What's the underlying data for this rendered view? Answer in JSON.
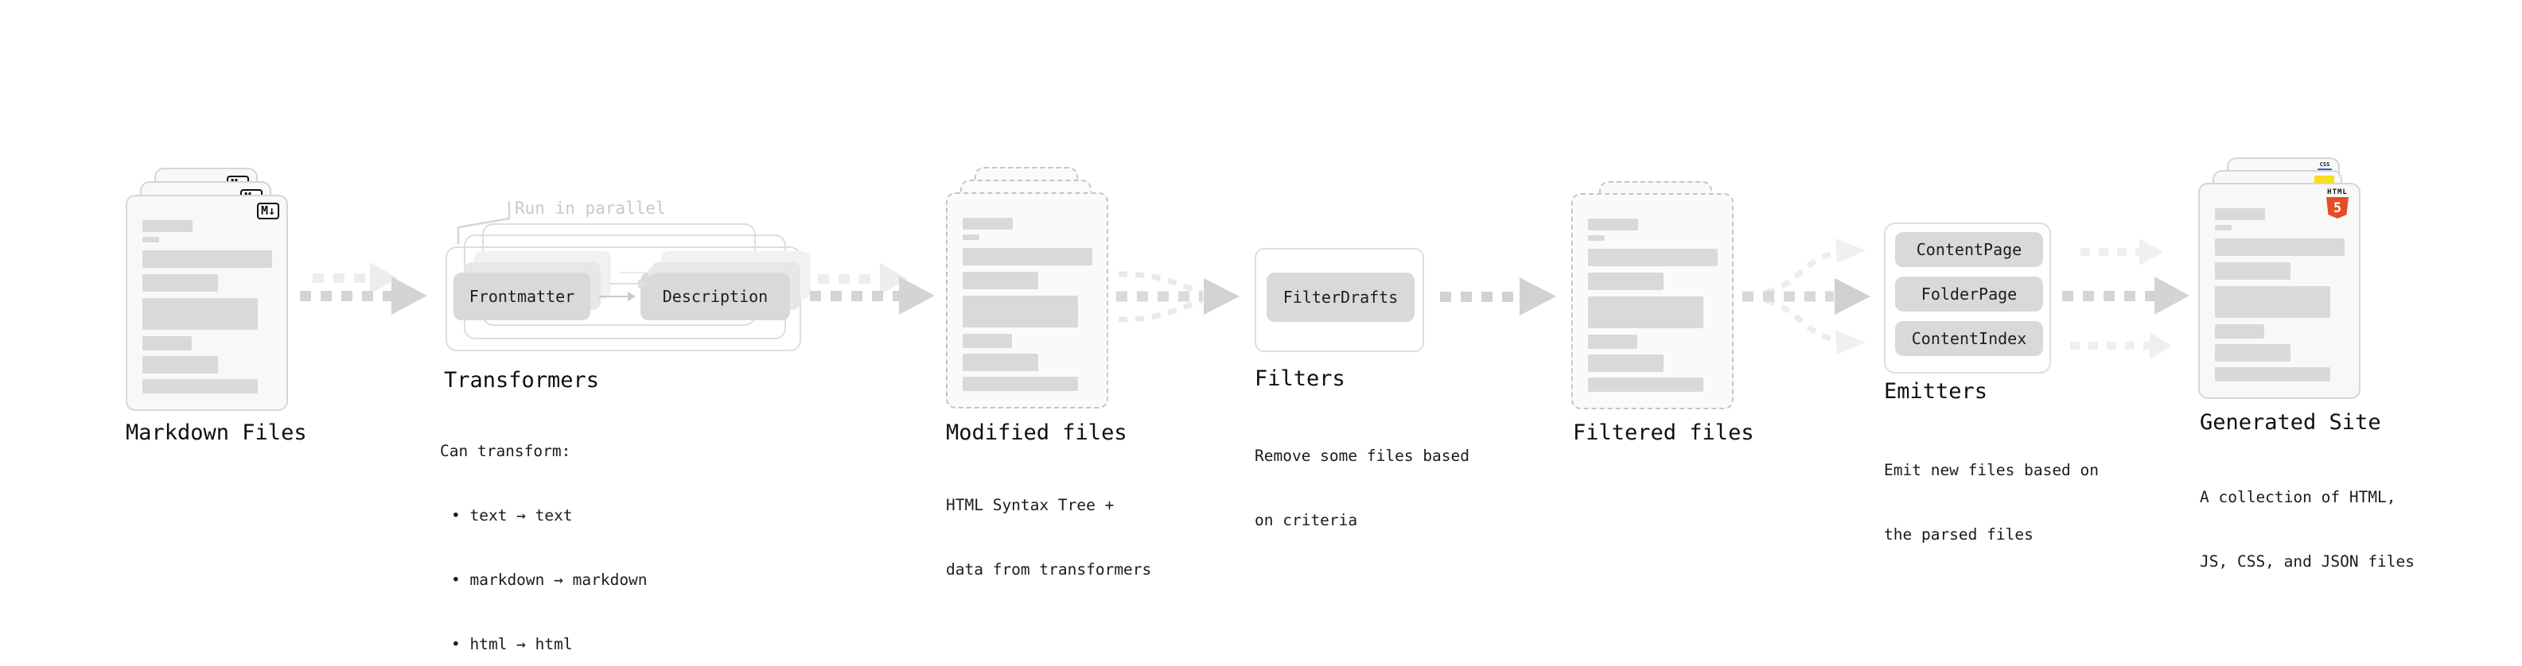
{
  "nodes": {
    "markdown_files": {
      "title": "Markdown Files",
      "icon_label": "M↓"
    },
    "transformers": {
      "annotation": "Run in parallel",
      "pill_left": "Frontmatter",
      "pill_right": "Description",
      "title": "Transformers",
      "desc_heading": "Can transform:",
      "bullets": [
        "• text → text",
        "• markdown → markdown",
        "• html → html"
      ]
    },
    "modified_files": {
      "title": "Modified files",
      "desc": [
        "HTML Syntax Tree +",
        "data from transformers"
      ]
    },
    "filters": {
      "pill": "FilterDrafts",
      "title": "Filters",
      "desc": [
        "Remove some files based",
        "on criteria"
      ]
    },
    "filtered_files": {
      "title": "Filtered files"
    },
    "emitters": {
      "pills": [
        "ContentPage",
        "FolderPage",
        "ContentIndex"
      ],
      "title": "Emitters",
      "desc": [
        "Emit new files based on",
        "the parsed files"
      ]
    },
    "generated_site": {
      "title": "Generated Site",
      "desc": [
        "A collection of HTML,",
        "JS, CSS, and JSON files"
      ],
      "badges": {
        "css_label": "CSS",
        "html_label": "HTML",
        "html5_number": "5"
      }
    }
  },
  "colors": {
    "css_blue": "#2965f1",
    "js_yellow": "#f7df1e",
    "html5_orange": "#e44d26"
  }
}
